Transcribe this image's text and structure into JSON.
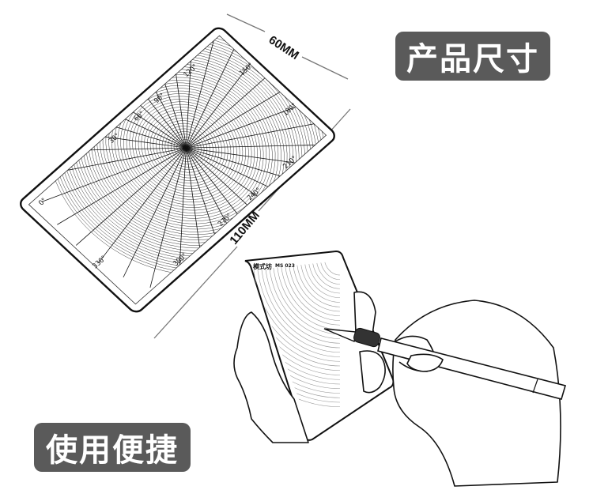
{
  "badges": {
    "size": "产品尺寸",
    "usage": "使用便捷"
  },
  "dimensions": {
    "width": "60MM",
    "length": "110MM"
  },
  "small_card": {
    "model": "MS 023",
    "brand_logo": "模式坊"
  },
  "angle_labels": [
    "0°",
    "30°",
    "60°",
    "90°",
    "120°",
    "150°",
    "180°",
    "210°",
    "240°",
    "270°",
    "300°",
    "330°"
  ],
  "colors": {
    "badge": "#5a5a5a",
    "line": "#111111"
  }
}
